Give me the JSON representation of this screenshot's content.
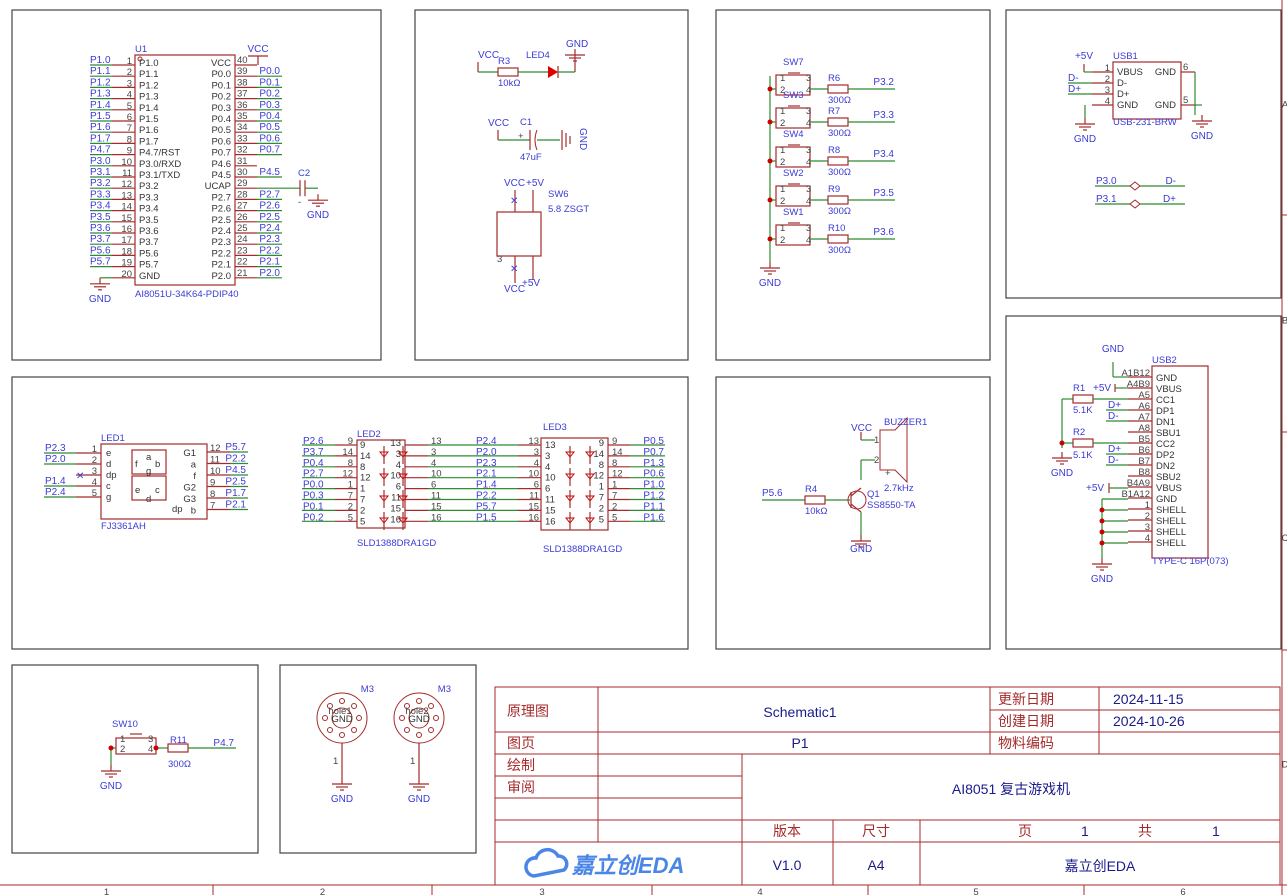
{
  "colors": {
    "frame": "#a52a2a",
    "wire": "#2e8b2e",
    "net_label": "#3b3bd6",
    "panel": "#444444"
  },
  "u1": {
    "ref": "U1",
    "part": "AI8051U-34K64-PDIP40",
    "vcc": "VCC",
    "gnd": "GND",
    "cap_ref": "C2",
    "cap_minus": "-",
    "left": [
      {
        "net": "P1.0",
        "num": "1",
        "name": "P1.0"
      },
      {
        "net": "P1.1",
        "num": "2",
        "name": "P1.1"
      },
      {
        "net": "P1.2",
        "num": "3",
        "name": "P1.2"
      },
      {
        "net": "P1.3",
        "num": "4",
        "name": "P1.3"
      },
      {
        "net": "P1.4",
        "num": "5",
        "name": "P1.4"
      },
      {
        "net": "P1.5",
        "num": "6",
        "name": "P1.5"
      },
      {
        "net": "P1.6",
        "num": "7",
        "name": "P1.6"
      },
      {
        "net": "P1.7",
        "num": "8",
        "name": "P1.7"
      },
      {
        "net": "P4.7",
        "num": "9",
        "name": "P4.7/RST"
      },
      {
        "net": "P3.0",
        "num": "10",
        "name": "P3.0/RXD"
      },
      {
        "net": "P3.1",
        "num": "11",
        "name": "P3.1/TXD"
      },
      {
        "net": "P3.2",
        "num": "12",
        "name": "P3.2"
      },
      {
        "net": "P3.3",
        "num": "13",
        "name": "P3.3"
      },
      {
        "net": "P3.4",
        "num": "14",
        "name": "P3.4"
      },
      {
        "net": "P3.5",
        "num": "15",
        "name": "P3.5"
      },
      {
        "net": "P3.6",
        "num": "16",
        "name": "P3.6"
      },
      {
        "net": "P3.7",
        "num": "17",
        "name": "P3.7"
      },
      {
        "net": "P5.6",
        "num": "18",
        "name": "P5.6"
      },
      {
        "net": "P5.7",
        "num": "19",
        "name": "P5.7"
      },
      {
        "net": "",
        "num": "20",
        "name": "GND"
      }
    ],
    "right": [
      {
        "net": "",
        "num": "40",
        "name": "VCC"
      },
      {
        "net": "P0.0",
        "num": "39",
        "name": "P0.0"
      },
      {
        "net": "P0.1",
        "num": "38",
        "name": "P0.1"
      },
      {
        "net": "P0.2",
        "num": "37",
        "name": "P0.2"
      },
      {
        "net": "P0.3",
        "num": "36",
        "name": "P0.3"
      },
      {
        "net": "P0.4",
        "num": "35",
        "name": "P0.4"
      },
      {
        "net": "P0.5",
        "num": "34",
        "name": "P0.5"
      },
      {
        "net": "P0.6",
        "num": "33",
        "name": "P0.6"
      },
      {
        "net": "P0.7",
        "num": "32",
        "name": "P0.7"
      },
      {
        "net": "",
        "num": "31",
        "name": "P4.6"
      },
      {
        "net": "P4.5",
        "num": "30",
        "name": "P4.5"
      },
      {
        "net": "",
        "num": "29",
        "name": "UCAP"
      },
      {
        "net": "P2.7",
        "num": "28",
        "name": "P2.7"
      },
      {
        "net": "P2.6",
        "num": "27",
        "name": "P2.6"
      },
      {
        "net": "P2.5",
        "num": "26",
        "name": "P2.5"
      },
      {
        "net": "P2.4",
        "num": "25",
        "name": "P2.4"
      },
      {
        "net": "P2.3",
        "num": "24",
        "name": "P2.3"
      },
      {
        "net": "P2.2",
        "num": "23",
        "name": "P2.2"
      },
      {
        "net": "P2.1",
        "num": "22",
        "name": "P2.1"
      },
      {
        "net": "P2.0",
        "num": "21",
        "name": "P2.0"
      }
    ]
  },
  "power": {
    "vcc_r3": "VCC",
    "r3": "R3",
    "r3_val": "10kΩ",
    "led4": "LED4",
    "gnd_led4": "GND",
    "vcc_c1": "VCC",
    "c1": "C1",
    "c1_val": "47uF",
    "c1_plus": "+",
    "gnd_c1": "GND",
    "sw6_vcc": "VCC",
    "sw6_5v": "+5V",
    "sw6": "SW6",
    "sw6_part": "5.8 ZSGT",
    "sw6_vcc2": "VCC",
    "sw6_5v2": "+5V",
    "sw6_pin3": "3"
  },
  "buttons": {
    "gnd": "GND",
    "rows": [
      {
        "sw": "SW7",
        "r": "R6",
        "val": "300Ω",
        "net": "P3.2"
      },
      {
        "sw": "SW3",
        "r": "R7",
        "val": "300Ω",
        "net": "P3.3"
      },
      {
        "sw": "SW4",
        "r": "R8",
        "val": "300Ω",
        "net": "P3.4"
      },
      {
        "sw": "SW2",
        "r": "R9",
        "val": "300Ω",
        "net": "P3.5"
      },
      {
        "sw": "SW1",
        "r": "R10",
        "val": "300Ω",
        "net": "P3.6"
      }
    ],
    "pins": [
      "1",
      "3",
      "2",
      "4"
    ]
  },
  "usb1": {
    "ref": "USB1",
    "part": "USB-231-BRW",
    "v5": "+5V",
    "gnd1": "GND",
    "gnd2": "GND",
    "left": [
      {
        "net": "",
        "num": "1",
        "name": "VBUS"
      },
      {
        "net": "D-",
        "num": "2",
        "name": "D-"
      },
      {
        "net": "D+",
        "num": "3",
        "name": "D+"
      },
      {
        "net": "",
        "num": "4",
        "name": "GND"
      }
    ],
    "right": [
      {
        "num": "6",
        "name": "GND"
      },
      {
        "num": "5",
        "name": "GND"
      }
    ],
    "jumpers": [
      {
        "a": "P3.0",
        "b": "D-"
      },
      {
        "a": "P3.1",
        "b": "D+"
      }
    ]
  },
  "usb2": {
    "ref": "USB2",
    "part": "TYPE-C 16P(073)",
    "gnd_top": "GND",
    "gnd_left": "GND",
    "gnd_bottom": "GND",
    "r1": "R1",
    "r1_val": "5.1K",
    "r2": "R2",
    "r2_val": "5.1K",
    "v5a": "+5V",
    "v5b": "+5V",
    "pins": [
      {
        "num": "A1B12",
        "name": "GND",
        "net": ""
      },
      {
        "num": "A4B9",
        "name": "VBUS",
        "net": ""
      },
      {
        "num": "A5",
        "name": "CC1",
        "net": ""
      },
      {
        "num": "A6",
        "name": "DP1",
        "net": "D+"
      },
      {
        "num": "A7",
        "name": "DN1",
        "net": "D-"
      },
      {
        "num": "A8",
        "name": "SBU1",
        "net": ""
      },
      {
        "num": "B5",
        "name": "CC2",
        "net": ""
      },
      {
        "num": "B6",
        "name": "DP2",
        "net": "D+"
      },
      {
        "num": "B7",
        "name": "DN2",
        "net": "D-"
      },
      {
        "num": "B8",
        "name": "SBU2",
        "net": ""
      },
      {
        "num": "B4A9",
        "name": "VBUS",
        "net": ""
      },
      {
        "num": "B1A12",
        "name": "GND",
        "net": ""
      },
      {
        "num": "1",
        "name": "SHELL",
        "net": ""
      },
      {
        "num": "2",
        "name": "SHELL",
        "net": ""
      },
      {
        "num": "3",
        "name": "SHELL",
        "net": ""
      },
      {
        "num": "4",
        "name": "SHELL",
        "net": ""
      }
    ]
  },
  "led1": {
    "ref": "LED1",
    "part": "FJ3361AH",
    "left": [
      {
        "net": "P2.3",
        "num": "1",
        "name": "e"
      },
      {
        "net": "P2.0",
        "num": "2",
        "name": "d"
      },
      {
        "net": "",
        "num": "3",
        "name": "dp"
      },
      {
        "net": "P1.4",
        "num": "4",
        "name": "c"
      },
      {
        "net": "P2.4",
        "num": "5",
        "name": "g"
      }
    ],
    "right": [
      {
        "net": "P5.7",
        "num": "12",
        "name": "G1"
      },
      {
        "net": "P2.2",
        "num": "11",
        "name": "a"
      },
      {
        "net": "P4.5",
        "num": "10",
        "name": "f"
      },
      {
        "net": "P2.5",
        "num": "9",
        "name": "G2"
      },
      {
        "net": "P1.7",
        "num": "8",
        "name": "G3"
      },
      {
        "net": "P2.1",
        "num": "7",
        "name": "b"
      }
    ],
    "segments": [
      "a",
      "f",
      "b",
      "g",
      "e",
      "c",
      "d",
      "dp"
    ]
  },
  "led2": {
    "ref": "LED2",
    "part": "SLD1388DRA1GD",
    "left_nets": [
      "P2.6",
      "P3.7",
      "P0.4",
      "P2.7",
      "P0.0",
      "P0.3",
      "P0.1",
      "P0.2"
    ],
    "left_pins": [
      "9",
      "14",
      "8",
      "12",
      "1",
      "7",
      "2",
      "5"
    ],
    "right_pins": [
      "13",
      "3",
      "4",
      "10",
      "6",
      "11",
      "15",
      "16"
    ]
  },
  "mid_nets": [
    "P2.4",
    "P2.0",
    "P2.3",
    "P2.1",
    "P1.4",
    "P2.2",
    "P5.7",
    "P1.5"
  ],
  "led3": {
    "ref": "LED3",
    "part": "SLD1388DRA1GD",
    "left_pins": [
      "13",
      "3",
      "4",
      "10",
      "6",
      "11",
      "15",
      "16"
    ],
    "right_pins": [
      "9",
      "14",
      "8",
      "12",
      "1",
      "7",
      "2",
      "5"
    ],
    "right_nets": [
      "P0.5",
      "P0.7",
      "P1.3",
      "P0.6",
      "P1.0",
      "P1.2",
      "P1.1",
      "P1.6"
    ]
  },
  "buzzer": {
    "vcc": "VCC",
    "ref": "BUZZER1",
    "freq": "2.7kHz",
    "plus": "+",
    "pin1": "1",
    "pin2": "2",
    "net": "P5.6",
    "r": "R4",
    "r_val": "10kΩ",
    "q": "Q1",
    "q_part": "SS8550-TA",
    "gnd": "GND"
  },
  "reset": {
    "sw": "SW10",
    "r": "R11",
    "r_val": "300Ω",
    "net": "P4.7",
    "gnd": "GND",
    "pins": [
      "1",
      "3",
      "2",
      "4"
    ]
  },
  "holes": [
    {
      "ref": "M3",
      "label": "hole1",
      "gnd_pin": "GND",
      "pin": "1",
      "gnd": "GND"
    },
    {
      "ref": "M3",
      "label": "hole2",
      "gnd_pin": "GND",
      "pin": "1",
      "gnd": "GND"
    }
  ],
  "title_block": {
    "l_type": "原理图",
    "schematic": "Schematic1",
    "l_updated": "更新日期",
    "updated": "2024-11-15",
    "l_created": "创建日期",
    "created": "2024-10-26",
    "l_page": "图页",
    "page": "P1",
    "l_material": "物料编码",
    "l_drawn": "绘制",
    "l_review": "审阅",
    "project": "AI8051 复古游戏机",
    "l_version": "版本",
    "l_size": "尺寸",
    "l_pg": "页",
    "pg": "1",
    "l_total": "共",
    "total": "1",
    "logo": "嘉立创EDA",
    "version": "V1.0",
    "size": "A4",
    "company": "嘉立创EDA"
  },
  "ruler": {
    "cols": [
      "1",
      "2",
      "3",
      "4",
      "5",
      "6"
    ],
    "rows": [
      "A",
      "B",
      "C",
      "D"
    ]
  }
}
